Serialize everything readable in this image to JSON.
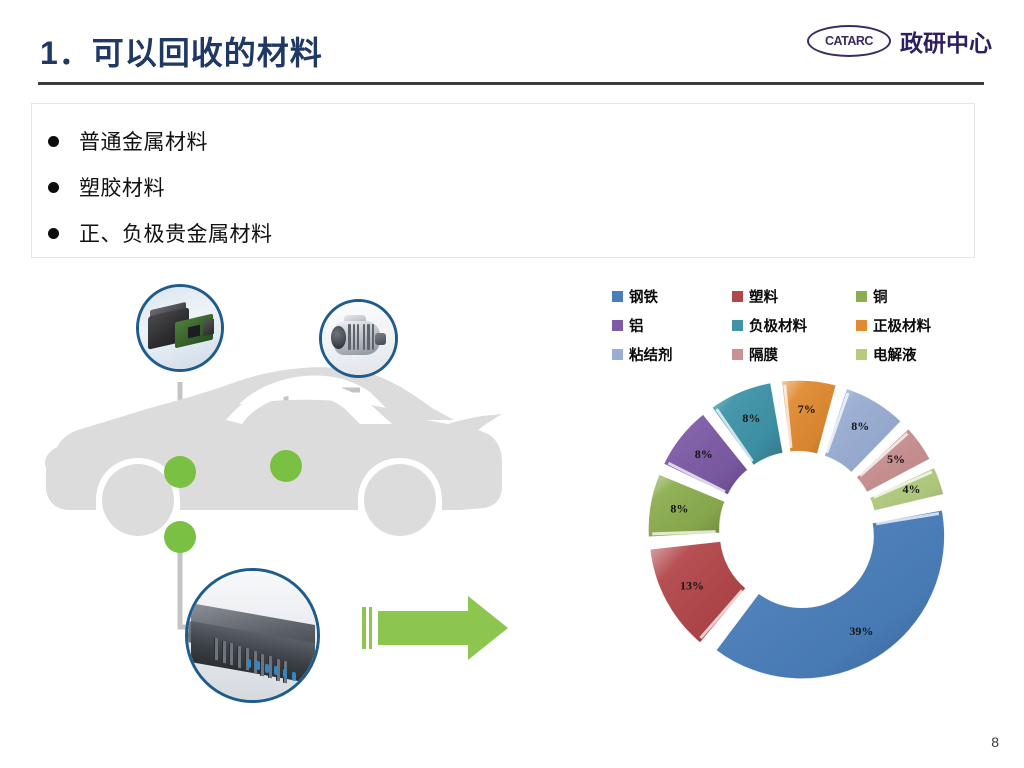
{
  "slide": {
    "title": "1．可以回收的材料",
    "page_number": "8"
  },
  "brand": {
    "mark_text": "CATARC",
    "name": "政研中心",
    "mark_color": "#3c2a63",
    "name_color": "#2e2060"
  },
  "bullets": [
    {
      "text": "普通金属材料"
    },
    {
      "text": "塑胶材料"
    },
    {
      "text": "正、负极贵金属材料"
    }
  ],
  "illustration": {
    "car_label": "car-silhouette",
    "car_color": "#dcdcdc",
    "hotspot_color": "#7ac143",
    "connector_color": "#c4c4c4",
    "ring_color": "#1f5c8b",
    "arrow_color": "#8cc64f",
    "callouts": [
      {
        "name": "ecu-module-photo",
        "caption": ""
      },
      {
        "name": "alternator-photo",
        "caption": ""
      },
      {
        "name": "battery-pack-photo",
        "caption": ""
      }
    ]
  },
  "chart_data": {
    "type": "pie",
    "variant": "doughnut-exploded-3d",
    "title": "",
    "legend_position": "top",
    "labels_format": "percent",
    "categories": [
      "钢铁",
      "塑料",
      "铜",
      "铝",
      "负极材料",
      "正极材料",
      "粘结剂",
      "隔膜",
      "电解液"
    ],
    "values": [
      39,
      13,
      8,
      8,
      8,
      7,
      8,
      5,
      4
    ],
    "value_labels": [
      "39%",
      "13%",
      "8%",
      "8%",
      "8%",
      "7%",
      "8%",
      "5%",
      "4%"
    ],
    "colors": [
      "#4a7ebb",
      "#b2474b",
      "#8cad4f",
      "#7d5ba6",
      "#3f94a8",
      "#e08a31",
      "#9aaed4",
      "#c99191",
      "#b3cc7f"
    ],
    "start_angle_deg": -12,
    "hole_ratio": 0.5
  },
  "colors": {
    "title": "#1f3864",
    "rule": "#3b3b3b",
    "box_border": "#e6e6e6",
    "background": "#ffffff"
  }
}
